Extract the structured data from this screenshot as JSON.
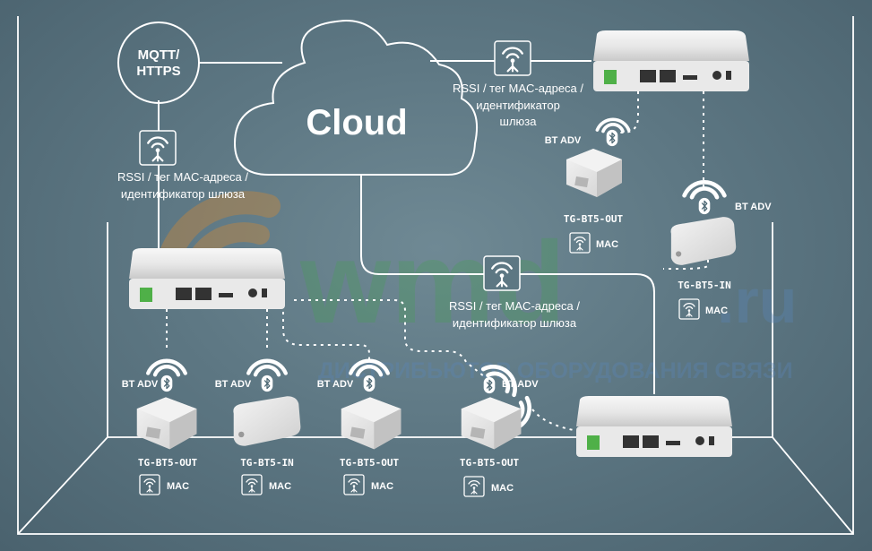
{
  "cloud_label": "Cloud",
  "protocol_label_line1": "MQTT/",
  "protocol_label_line2": "HTTPS",
  "info_left_line1": "RSSI / тег MAC-адреса /",
  "info_left_line2": "идентификатор шлюза",
  "info_top_line1": "RSSI / тег MAC-адреса /",
  "info_top_line2": "идентификатор",
  "info_top_line3": "шлюза",
  "info_mid_line1": "RSSI / тег MAC-адреса /",
  "info_mid_line2": "идентификатор шлюза",
  "bt_adv": "BT ADV",
  "mac": "MAC",
  "devices": {
    "out": "TG-BT5-OUT",
    "in": "TG-BT5-IN"
  },
  "watermark": {
    "brand": "wmd",
    "suffix": ".ru",
    "tagline": "ДИСТРИБЬЮТОР ОБОРУДОВАНИЯ СВЯЗИ"
  },
  "colors": {
    "background": "#5d7783",
    "line": "#ffffff",
    "watermark_green": "#4a9c5a",
    "watermark_orange": "#e08a2a",
    "watermark_blue": "#5a86b8"
  }
}
